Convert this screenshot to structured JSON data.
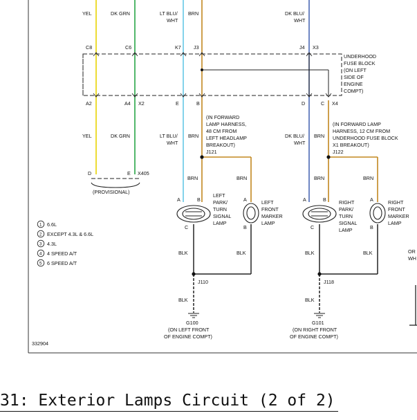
{
  "colors": {
    "yellow": "#e8d400",
    "green": "#27a545",
    "light_blue": "#66c8e6",
    "brown": "#c2871f",
    "dark_blue": "#4a68b4",
    "black": "#222222"
  },
  "wire_labels": {
    "yel_top": "YEL",
    "dkgrn_top": "DK GRN",
    "ltblu_top_1": "LT BLU/",
    "ltblu_top_2": "WHT",
    "brn_top": "BRN",
    "dkblu_top_1": "DK BLU/",
    "dkblu_top_2": "WHT",
    "yel_mid": "YEL",
    "dkgrn_mid": "DK GRN",
    "ltblu_mid_1": "LT BLU/",
    "ltblu_mid_2": "WHT",
    "brn_mid_left": "BRN",
    "dkblu_mid_1": "DK BLU/",
    "dkblu_mid_2": "WHT",
    "brn_mid_right": "BRN",
    "brn_low_1": "BRN",
    "brn_low_2": "BRN",
    "brn_low_3": "BRN",
    "brn_low_4": "BRN",
    "blk_1": "BLK",
    "blk_2": "BLK",
    "blk_3": "BLK",
    "blk_4": "BLK",
    "blk_5": "BLK",
    "blk_6": "BLK"
  },
  "connectors": {
    "c8": "C8",
    "c6": "C6",
    "k7": "K7",
    "j3": "J3",
    "j4": "J4",
    "x3": "X3",
    "a2": "A2",
    "a4": "A4",
    "x2": "X2",
    "e": "E",
    "b_left": "B",
    "d_right": "D",
    "c_right": "C",
    "x4": "X4",
    "d_prov": "D",
    "e_prov": "E",
    "x405": "X405",
    "j121": "J121",
    "j122": "J122",
    "j110": "J110",
    "j118": "J118",
    "g100": "G100",
    "g101": "G101"
  },
  "pins": {
    "l_park_a": "A",
    "l_park_b": "B",
    "l_park_c": "C",
    "l_marker_a": "A",
    "l_marker_b": "B",
    "r_park_a": "A",
    "r_park_b": "B",
    "r_park_c": "C",
    "r_marker_a": "A",
    "r_marker_b": "B"
  },
  "fuse_block": [
    "UNDERHOOD",
    "FUSE BLOCK",
    "(ON LEFT",
    "SIDE OF",
    "ENGINE",
    "COMPT)"
  ],
  "notes": {
    "left_forward": [
      "(IN FORWARD",
      "LAMP HARNESS,",
      "48 CM FROM",
      "LEFT HEADLAMP",
      "BREAKOUT)"
    ],
    "right_forward": [
      "(IN FORWARD LAMP",
      "HARNESS, 12 CM FROM",
      "UNDERHOOD FUSE BLOCK",
      "X1 BREAKOUT)"
    ],
    "provisional": "(PROVISIONAL)"
  },
  "components": {
    "left_park": [
      "LEFT",
      "PARK/",
      "TURN",
      "SIGNAL",
      "LAMP"
    ],
    "left_marker": [
      "LEFT",
      "FRONT",
      "MARKER",
      "LAMP"
    ],
    "right_park": [
      "RIGHT",
      "PARK/",
      "TURN",
      "SIGNAL",
      "LAMP"
    ],
    "right_marker": [
      "RIGHT",
      "FRONT",
      "MARKER",
      "LAMP"
    ],
    "g100_loc": [
      "(ON LEFT FRONT",
      "OF ENGINE COMPT)"
    ],
    "g101_loc": [
      "(ON RIGHT FRONT",
      "OF ENGINE COMPT)"
    ]
  },
  "legend": [
    {
      "num": "1",
      "text": "6.6L"
    },
    {
      "num": "2",
      "text": "EXCEPT 4.3L & 6.6L"
    },
    {
      "num": "3",
      "text": "4.3L"
    },
    {
      "num": "4",
      "text": "4 SPEED A/T"
    },
    {
      "num": "5",
      "text": "6 SPEED A/T"
    }
  ],
  "cutoff_right": [
    "OR",
    "WH"
  ],
  "diagram_id": "332904",
  "caption": "31: Exterior Lamps Circuit (2 of 2)"
}
